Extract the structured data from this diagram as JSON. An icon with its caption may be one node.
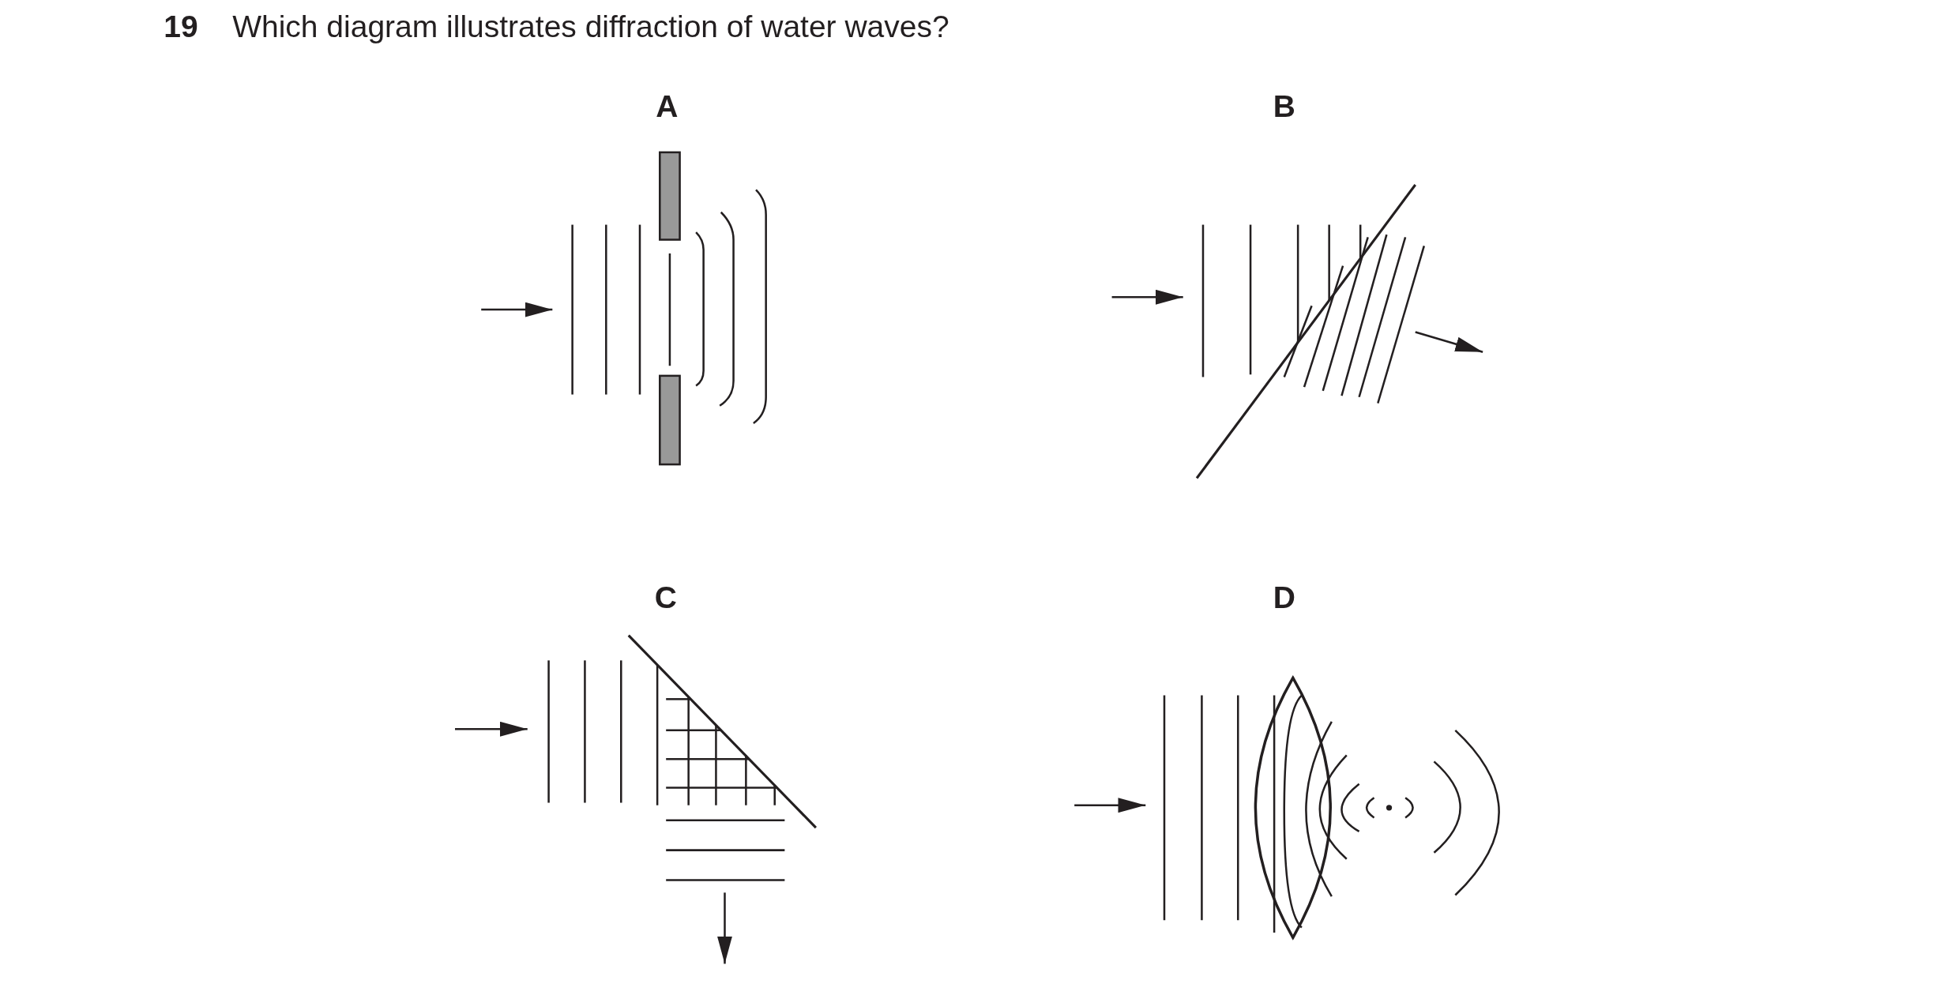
{
  "diagram": {
    "title": "Which diagram illustrates diffraction of water waves?",
    "labels": [
      "19",
      "A",
      "B",
      "C",
      "D"
    ]
  }
}
